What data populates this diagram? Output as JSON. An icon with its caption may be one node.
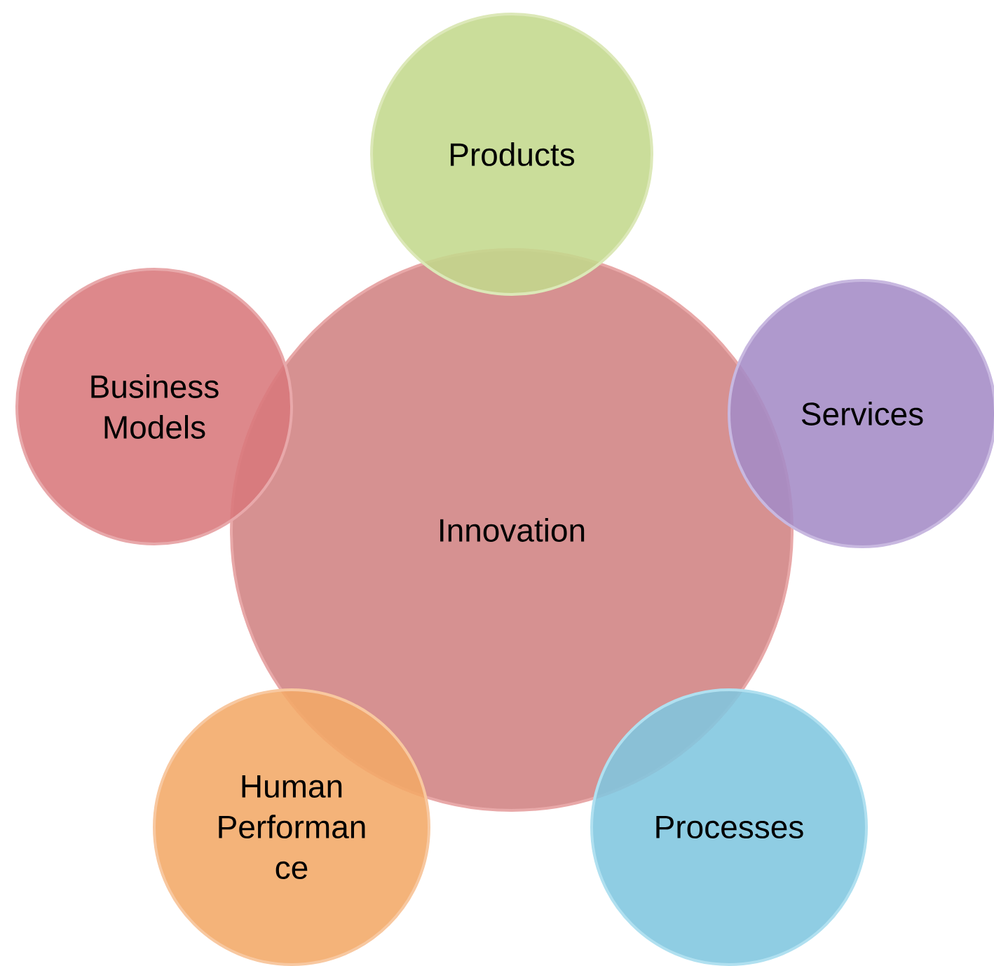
{
  "diagram": {
    "nodes": [
      {
        "text": [
          "Innovation"
        ]
      },
      {
        "text": [
          "Products"
        ]
      },
      {
        "text": [
          "Services"
        ]
      },
      {
        "text": [
          "Processes"
        ]
      },
      {
        "text": [
          "Human Performan ce"
        ]
      },
      {
        "text": [
          "Business Models"
        ]
      }
    ]
  }
}
